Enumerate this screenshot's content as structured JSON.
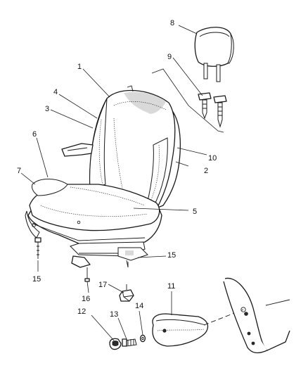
{
  "callouts": {
    "c1": "1",
    "c2": "2",
    "c3": "3",
    "c4": "4",
    "c5": "5",
    "c6": "6",
    "c7": "7",
    "c8": "8",
    "c9": "9",
    "c10": "10",
    "c11": "11",
    "c12": "12",
    "c13": "13",
    "c14": "14",
    "c15a": "15",
    "c15b": "15",
    "c16": "16",
    "c17": "17"
  }
}
